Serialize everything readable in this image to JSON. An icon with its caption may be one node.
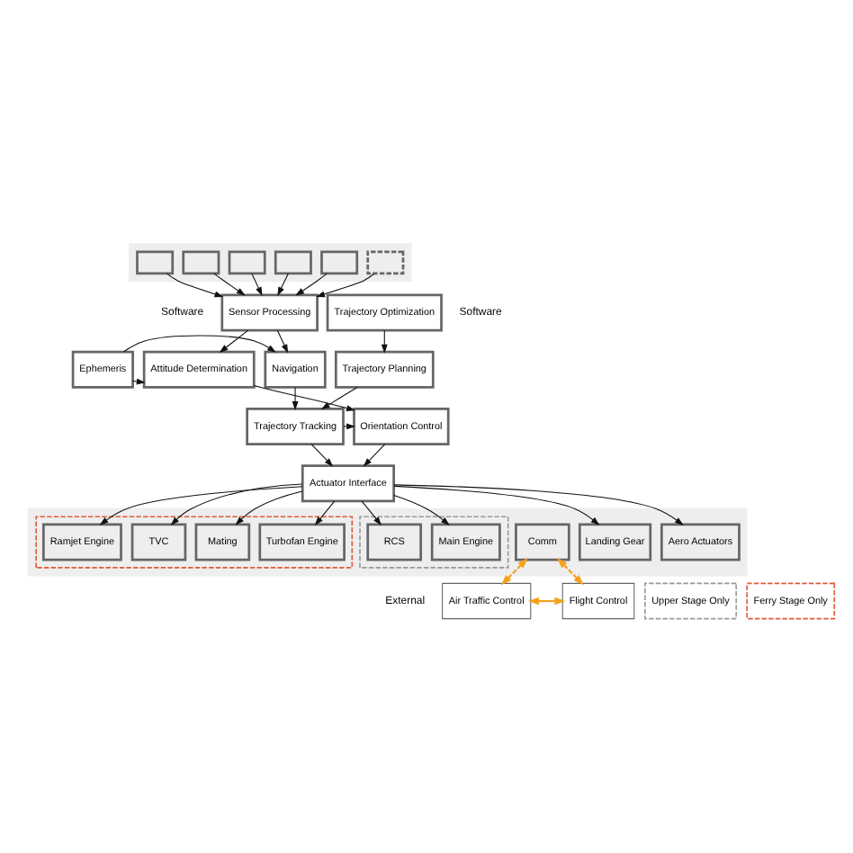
{
  "diagram": {
    "nodes": [
      {
        "text": [],
        "shape": "box"
      },
      {
        "text": [],
        "shape": "box",
        "in": 0
      },
      {
        "text": [],
        "shape": "box",
        "in": 0
      },
      {
        "text": [],
        "shape": "box",
        "in": 0
      },
      {
        "text": [],
        "shape": "box",
        "in": 0
      },
      {
        "text": [],
        "shape": "box",
        "in": 0
      },
      {
        "text": [],
        "shape": "box",
        "in": 0
      },
      {
        "text": [
          "Sensor Processing"
        ]
      },
      {
        "text": [
          "Trajectory Optimization"
        ]
      },
      {
        "text": [
          "Ephemeris"
        ]
      },
      {
        "text": [
          "Attitude Determination"
        ]
      },
      {
        "text": [
          "Navigation"
        ]
      },
      {
        "text": [
          "Trajectory Planning"
        ]
      },
      {
        "text": [
          "Orientation Control"
        ]
      },
      {
        "text": [
          "Trajectory Tracking"
        ]
      },
      {
        "text": [
          "Actuator Interface"
        ]
      },
      {
        "text": [],
        "shape": "box"
      },
      {
        "text": [
          "Comm"
        ],
        "in": 16
      },
      {
        "text": [],
        "shape": "box",
        "in": 16
      },
      {
        "text": [
          "RCS"
        ],
        "in": 18
      },
      {
        "text": [
          "Main Engine"
        ],
        "in": 18
      },
      {
        "text": [
          "Aero Actuators"
        ],
        "in": 16
      },
      {
        "text": [],
        "shape": "box",
        "in": 16
      },
      {
        "text": [
          "Mating"
        ],
        "in": 22
      },
      {
        "text": [
          "Turbofan Engine"
        ],
        "in": 22
      },
      {
        "text": [
          "Ramjet Engine"
        ],
        "in": 22
      },
      {
        "text": [
          "TVC"
        ],
        "in": 22
      },
      {
        "text": [
          "Landing Gear"
        ],
        "in": 16
      },
      {
        "text": [
          "Air Traffic Control"
        ]
      },
      {
        "text": [
          "Flight Control"
        ]
      }
    ],
    "edges": [
      {
        "from": 1,
        "to": 7,
        "arrow": "to"
      },
      {
        "from": 2,
        "to": 7,
        "arrow": "to"
      },
      {
        "from": 3,
        "to": 7,
        "arrow": "to"
      },
      {
        "from": 4,
        "to": 7,
        "arrow": "to"
      },
      {
        "from": 5,
        "to": 7,
        "arrow": "to"
      },
      {
        "from": 6,
        "to": 7,
        "arrow": "to"
      },
      {
        "from": 7,
        "to": 10,
        "arrow": "to"
      },
      {
        "from": 7,
        "to": 11,
        "arrow": "to"
      },
      {
        "from": 9,
        "to": 10,
        "arrow": "to"
      },
      {
        "from": 9,
        "to": 11,
        "arrow": "to"
      },
      {
        "from": 8,
        "to": 12,
        "arrow": "to"
      },
      {
        "from": 10,
        "to": 13,
        "arrow": "to"
      },
      {
        "from": 11,
        "to": 14,
        "arrow": "to"
      },
      {
        "from": 12,
        "to": 14,
        "arrow": "to"
      },
      {
        "from": 14,
        "to": 13,
        "arrow": "to"
      },
      {
        "from": 13,
        "to": 15,
        "arrow": "to"
      },
      {
        "from": 14,
        "to": 15,
        "arrow": "to"
      },
      {
        "from": 15,
        "to": 19,
        "arrow": "to"
      },
      {
        "from": 15,
        "to": 20,
        "arrow": "to"
      },
      {
        "from": 15,
        "to": 21,
        "arrow": "to"
      },
      {
        "from": 15,
        "to": 23,
        "arrow": "to"
      },
      {
        "from": 15,
        "to": 24,
        "arrow": "to"
      },
      {
        "from": 15,
        "to": 25,
        "arrow": "to"
      },
      {
        "from": 15,
        "to": 26,
        "arrow": "to"
      },
      {
        "from": 15,
        "to": 27,
        "arrow": "to"
      },
      {
        "from": 17,
        "to": 28,
        "arrow": "both",
        "style": "dashed",
        "color": "#f5a01e"
      },
      {
        "from": 17,
        "to": 29,
        "arrow": "both",
        "style": "dashed",
        "color": "#f5a01e"
      },
      {
        "from": 28,
        "to": 29,
        "arrow": "both",
        "color": "#f5a01e"
      }
    ],
    "labels": [
      "Software",
      "Software",
      "External"
    ],
    "legend": [
      {
        "text": "Upper Stage Only"
      },
      {
        "text": "Ferry Stage Only"
      }
    ]
  }
}
